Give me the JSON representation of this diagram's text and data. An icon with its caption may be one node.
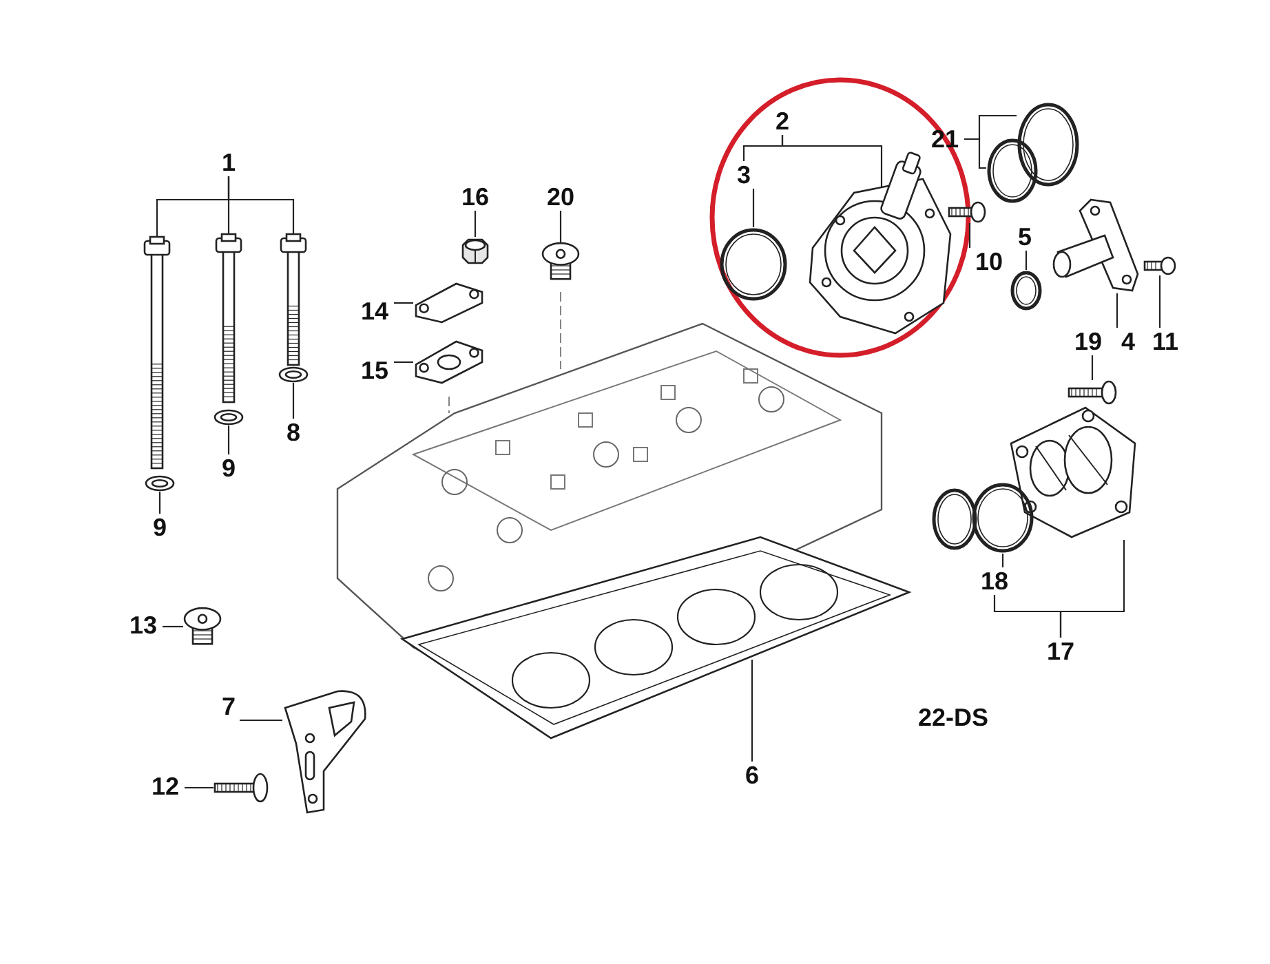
{
  "diagram": {
    "nodes": [
      {
        "text": [
          "1"
        ]
      },
      {
        "text": [],
        "shape": "picture"
      },
      {
        "text": [],
        "shape": "picture"
      },
      {
        "text": [],
        "shape": "picture"
      },
      {
        "text": [
          "9"
        ]
      },
      {
        "text": [],
        "shape": "picture"
      },
      {
        "text": [
          "9"
        ]
      },
      {
        "text": [],
        "shape": "picture"
      },
      {
        "text": [
          "8"
        ]
      },
      {
        "text": [],
        "shape": "picture"
      },
      {
        "text": [
          "16"
        ]
      },
      {
        "text": [],
        "shape": "picture"
      },
      {
        "text": [
          "14"
        ]
      },
      {
        "text": [],
        "shape": "picture"
      },
      {
        "text": [
          "15"
        ]
      },
      {
        "text": [],
        "shape": "picture"
      },
      {
        "text": [
          "20"
        ]
      },
      {
        "text": [],
        "shape": "picture"
      },
      {
        "text": [
          "2"
        ]
      },
      {
        "text": [
          "3"
        ]
      },
      {
        "text": [],
        "shape": "picture"
      },
      {
        "text": [],
        "shape": "picture"
      },
      {
        "text": [
          "21"
        ]
      },
      {
        "text": [],
        "shape": "picture"
      },
      {
        "text": [],
        "shape": "picture"
      },
      {
        "text": [
          "10"
        ]
      },
      {
        "text": [],
        "shape": "picture"
      },
      {
        "text": [
          "5"
        ]
      },
      {
        "text": [],
        "shape": "picture"
      },
      {
        "text": [
          "4"
        ]
      },
      {
        "text": [],
        "shape": "picture"
      },
      {
        "text": [
          "11"
        ]
      },
      {
        "text": [],
        "shape": "picture"
      },
      {
        "text": [
          "19"
        ]
      },
      {
        "text": [],
        "shape": "picture"
      },
      {
        "text": [],
        "shape": "picture"
      },
      {
        "text": [],
        "shape": "picture"
      },
      {
        "text": [
          "18"
        ]
      },
      {
        "text": [
          "17"
        ]
      },
      {
        "text": [
          "13"
        ]
      },
      {
        "text": [],
        "shape": "picture"
      },
      {
        "text": [
          "7"
        ]
      },
      {
        "text": [],
        "shape": "picture"
      },
      {
        "text": [
          "12"
        ]
      },
      {
        "text": [],
        "shape": "picture"
      },
      {
        "text": [],
        "shape": "picture"
      },
      {
        "text": [
          "6"
        ]
      }
    ],
    "edges": [
      {
        "from": 0,
        "to": 1,
        "arrow": "none"
      },
      {
        "from": 0,
        "to": 2,
        "arrow": "none"
      },
      {
        "from": 0,
        "to": 3,
        "arrow": "none"
      },
      {
        "from": 4,
        "to": 5,
        "arrow": "none"
      },
      {
        "from": 6,
        "to": 7,
        "arrow": "none"
      },
      {
        "from": 8,
        "to": 9,
        "arrow": "none"
      },
      {
        "from": 10,
        "to": 11,
        "arrow": "none"
      },
      {
        "from": 12,
        "to": 13,
        "arrow": "none"
      },
      {
        "from": 14,
        "to": 15,
        "arrow": "none"
      },
      {
        "from": 16,
        "to": 17,
        "arrow": "none"
      },
      {
        "from": 18,
        "to": 21,
        "arrow": "none"
      },
      {
        "from": 18,
        "to": 19,
        "arrow": "none"
      },
      {
        "from": 19,
        "to": 20,
        "arrow": "none"
      },
      {
        "from": 22,
        "to": 23,
        "arrow": "none"
      },
      {
        "from": 22,
        "to": 24,
        "arrow": "none"
      },
      {
        "from": 25,
        "to": 26,
        "arrow": "none"
      },
      {
        "from": 27,
        "to": 28,
        "arrow": "none"
      },
      {
        "from": 29,
        "to": 30,
        "arrow": "none"
      },
      {
        "from": 31,
        "to": 32,
        "arrow": "none"
      },
      {
        "from": 33,
        "to": 34,
        "arrow": "none"
      },
      {
        "from": 37,
        "to": 36,
        "arrow": "none"
      },
      {
        "from": 38,
        "to": 37,
        "arrow": "none"
      },
      {
        "from": 38,
        "to": 35,
        "arrow": "none"
      },
      {
        "from": 39,
        "to": 40,
        "arrow": "none"
      },
      {
        "from": 41,
        "to": 42,
        "arrow": "none"
      },
      {
        "from": 43,
        "to": 44,
        "arrow": "none"
      },
      {
        "from": 46,
        "to": 45,
        "arrow": "none"
      }
    ],
    "labels": [
      "22-DS"
    ]
  }
}
